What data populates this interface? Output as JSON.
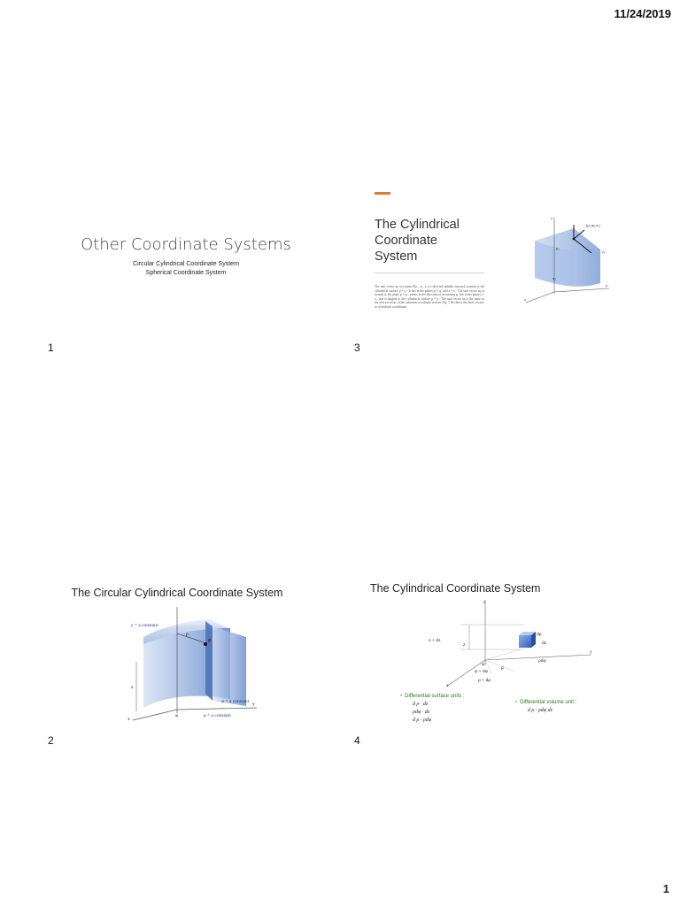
{
  "header": {
    "date": "11/24/2019"
  },
  "footer": {
    "page_number": "1"
  },
  "slides": [
    {
      "number": "1",
      "title": "Other Coordinate Systems",
      "subtitles": [
        "Circular Cylindrical Coordinate System",
        "Spherical Coordinate System"
      ]
    },
    {
      "number": "3",
      "title_lines": [
        "The Cylindrical",
        "Coordinate",
        "System"
      ],
      "paragraph": "The unit vector aρ at a point P(ρ₁, φ₁, z₁) is directed radially outward, normal to the cylindrical surface ρ = ρ₁. It lies in the planes φ = φ₁ and z = z₁. The unit vector aφ is normal to the plane φ = φ₁, points in the direction of increasing φ, lies in the plane z = z₁, and is tangent to the cylindrical surface ρ = ρ₁. The unit vector az is the same as the unit vector az of the cartesian coordinate system. Fig. 1.6b shows the three vectors in cylindrical coordinates.",
      "figure": {
        "point_label": "(ρ₁,φ₁,z₁)",
        "labels": [
          "ρ₁",
          "φ₁",
          "z₁",
          "x",
          "y",
          "z"
        ]
      }
    },
    {
      "number": "2",
      "title": "The Circular Cylindrical Coordinate System",
      "figure": {
        "labels": [
          "z = a constant",
          "φ = a constant",
          "ρ = a constant",
          "P",
          "ρ",
          "z",
          "φ",
          "y",
          "x"
        ]
      }
    },
    {
      "number": "4",
      "title": "The Cylindrical Coordinate System",
      "figure": {
        "labels": [
          "z + dz",
          "z",
          "dρ",
          "dz",
          "ρdφ",
          "φ",
          "φ + dφ",
          "ρ",
          "ρ + dρ",
          "x",
          "y",
          "z"
        ]
      },
      "surface_heading": "Differential surface units :",
      "surface_units": [
        "d ρ · dz",
        "ρdφ · dz",
        "d ρ · ρdφ"
      ],
      "volume_heading": "Differential volume unit :",
      "volume_unit": "d ρ · ρdφ dz"
    }
  ]
}
